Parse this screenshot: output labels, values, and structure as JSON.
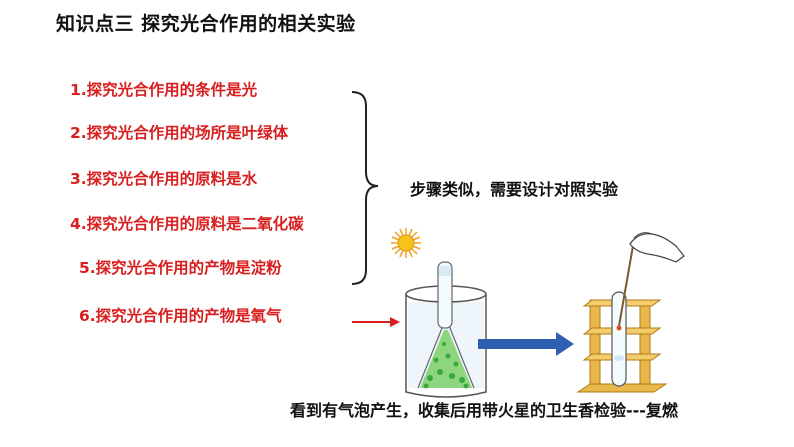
{
  "heading": "知识点三  探究光合作用的相关实验",
  "experiments": [
    "1.探究光合作用的条件是光",
    "2.探究光合作用的场所是叶绿体",
    "3.探究光合作用的原料是水",
    "4.探究光合作用的原料是二氧化碳",
    "5.探究光合作用的产物是淀粉",
    "6.探究光合作用的产物是氧气"
  ],
  "bracket_note": "步骤类似，需要设计对照实验",
  "bottom_caption": "看到有气泡产生，收集后用带火星的卫生香检验---复燃",
  "colors": {
    "heading": "#111111",
    "experiment_text": "#d81e1e",
    "arrow_red": "#d81e1e",
    "arrow_blue": "#2f5fb0",
    "plant": "#3ca83c",
    "rack": "#e8b84a"
  },
  "icons": [
    "sun-icon",
    "beaker-with-plant-illustration",
    "test-tube-rack-illustration",
    "red-arrow-icon",
    "blue-arrow-icon"
  ]
}
